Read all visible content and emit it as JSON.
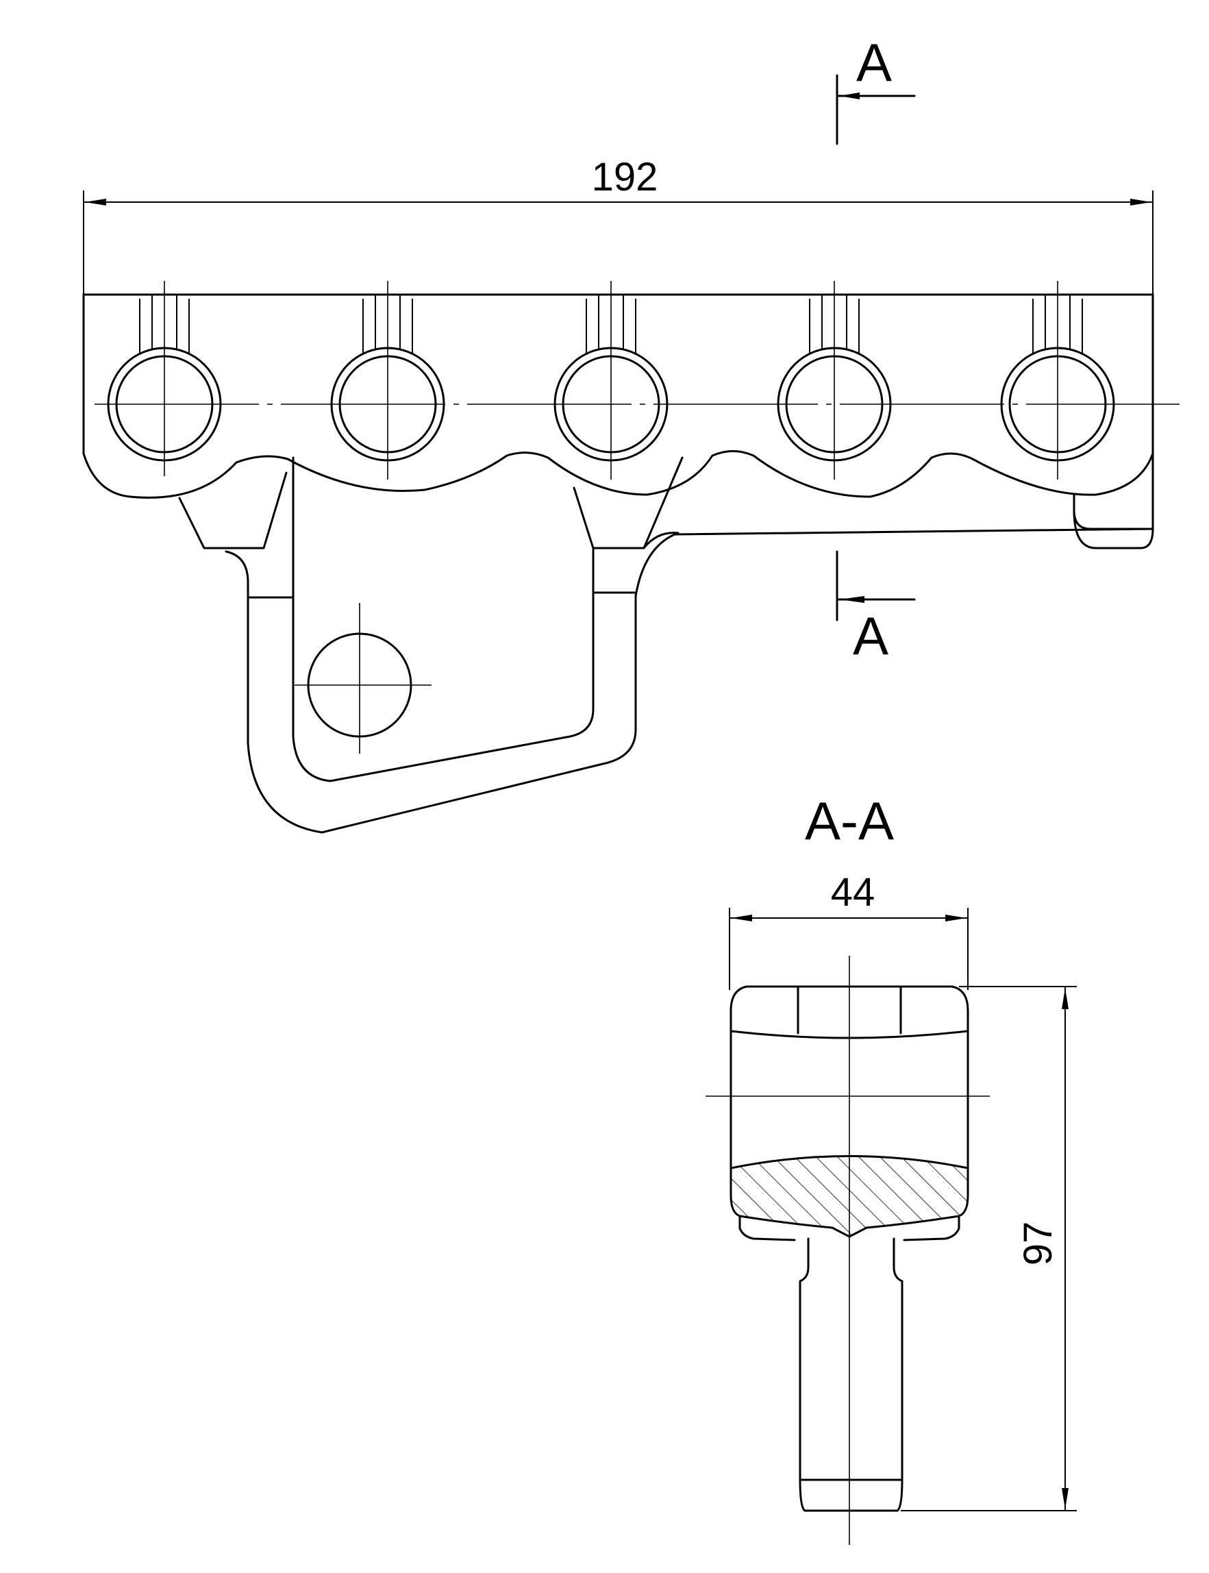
{
  "drawing": {
    "section_mark_top": "A",
    "section_mark_bottom": "A",
    "section_title": "A-A",
    "dimensions": {
      "overall_length": "192",
      "section_width": "44",
      "section_height": "97"
    }
  },
  "colors": {
    "line": "#000000",
    "background": "#ffffff"
  }
}
